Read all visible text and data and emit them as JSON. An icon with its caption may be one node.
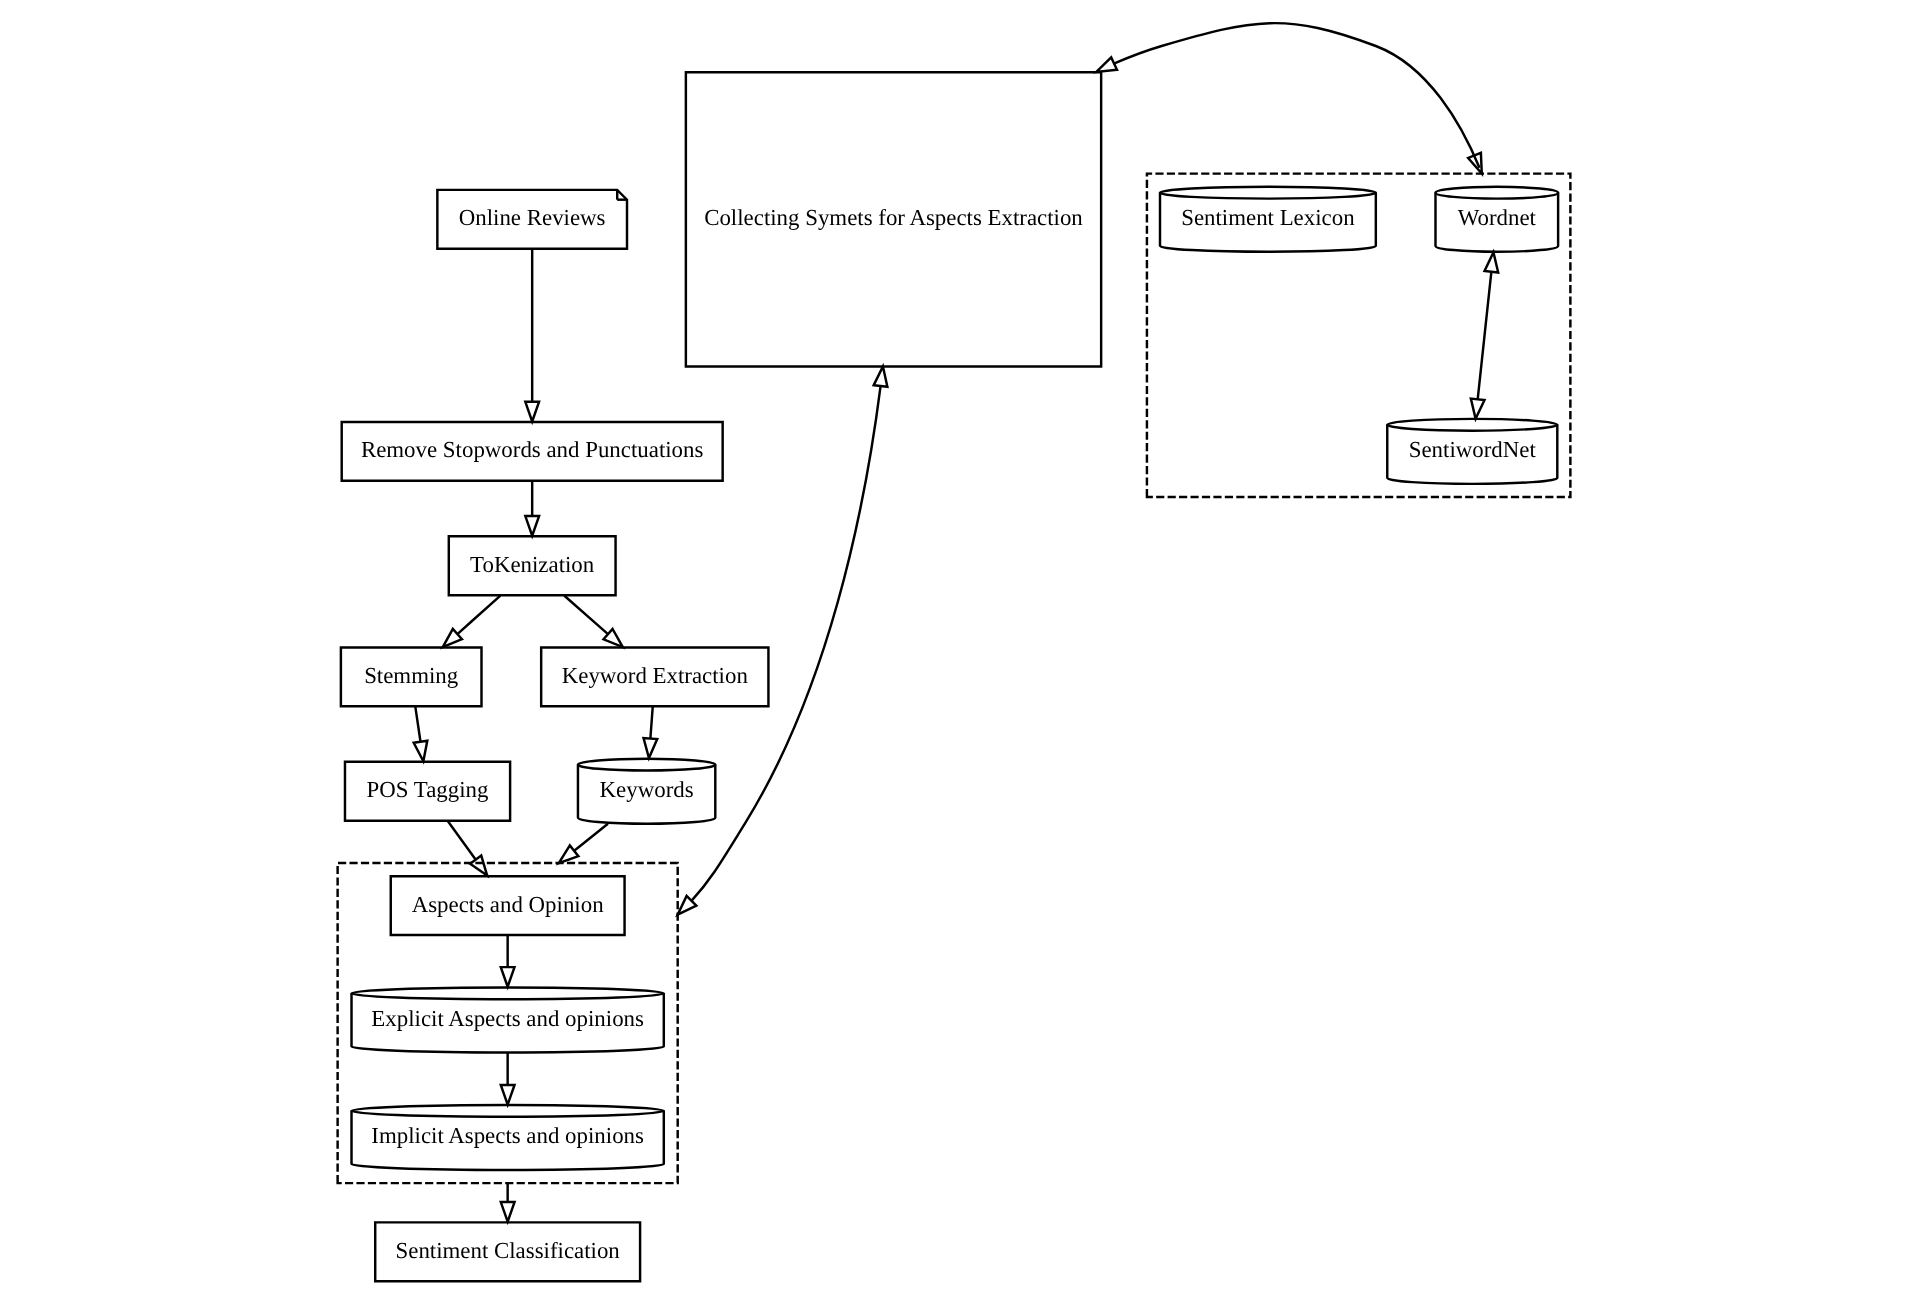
{
  "diagram": {
    "nodes": [
      {
        "text": [
          "Online Reviews"
        ]
      },
      {
        "text": [
          "Remove Stopwords and Punctuations"
        ]
      },
      {
        "text": [
          "ToKenization"
        ]
      },
      {
        "text": [
          "Stemming"
        ]
      },
      {
        "text": [
          "POS Tagging"
        ]
      },
      {
        "text": [
          "Keyword Extraction"
        ]
      },
      {
        "text": [
          "Keywords"
        ]
      },
      {
        "text": [],
        "shape": "box"
      },
      {
        "text": [
          "Aspects and Opinion"
        ],
        "in": 7
      },
      {
        "text": [
          "Explicit Aspects and opinions"
        ],
        "in": 7
      },
      {
        "text": [
          "Implicit Aspects and opinions"
        ],
        "in": 7
      },
      {
        "text": [
          "Sentiment Classification"
        ]
      },
      {
        "text": [
          "Collecting Symets for Aspects Extraction"
        ]
      },
      {
        "text": [],
        "shape": "box"
      },
      {
        "text": [
          "Wordnet"
        ],
        "in": 13
      },
      {
        "text": [
          "SentiwordNet"
        ],
        "in": 13
      },
      {
        "text": [
          "Sentiment Lexicon"
        ],
        "in": 13
      }
    ],
    "edges": [
      {
        "from": 0,
        "to": 1,
        "arrow": "to"
      },
      {
        "from": 1,
        "to": 2,
        "arrow": "to"
      },
      {
        "from": 2,
        "to": 3,
        "arrow": "to"
      },
      {
        "from": 3,
        "to": 4,
        "arrow": "to"
      },
      {
        "from": 2,
        "to": 5,
        "arrow": "to"
      },
      {
        "from": 5,
        "to": 6,
        "arrow": "to"
      },
      {
        "from": 6,
        "to": 7,
        "arrow": "to"
      },
      {
        "from": 4,
        "to": 8,
        "arrow": "to"
      },
      {
        "from": 8,
        "to": 9,
        "arrow": "to"
      },
      {
        "from": 9,
        "to": 10,
        "arrow": "to"
      },
      {
        "from": 7,
        "to": 11,
        "arrow": "to"
      },
      {
        "from": 7,
        "to": 12,
        "arrow": "both"
      },
      {
        "from": 12,
        "to": 13,
        "arrow": "both"
      },
      {
        "from": 14,
        "to": 15,
        "arrow": "both"
      }
    ]
  }
}
